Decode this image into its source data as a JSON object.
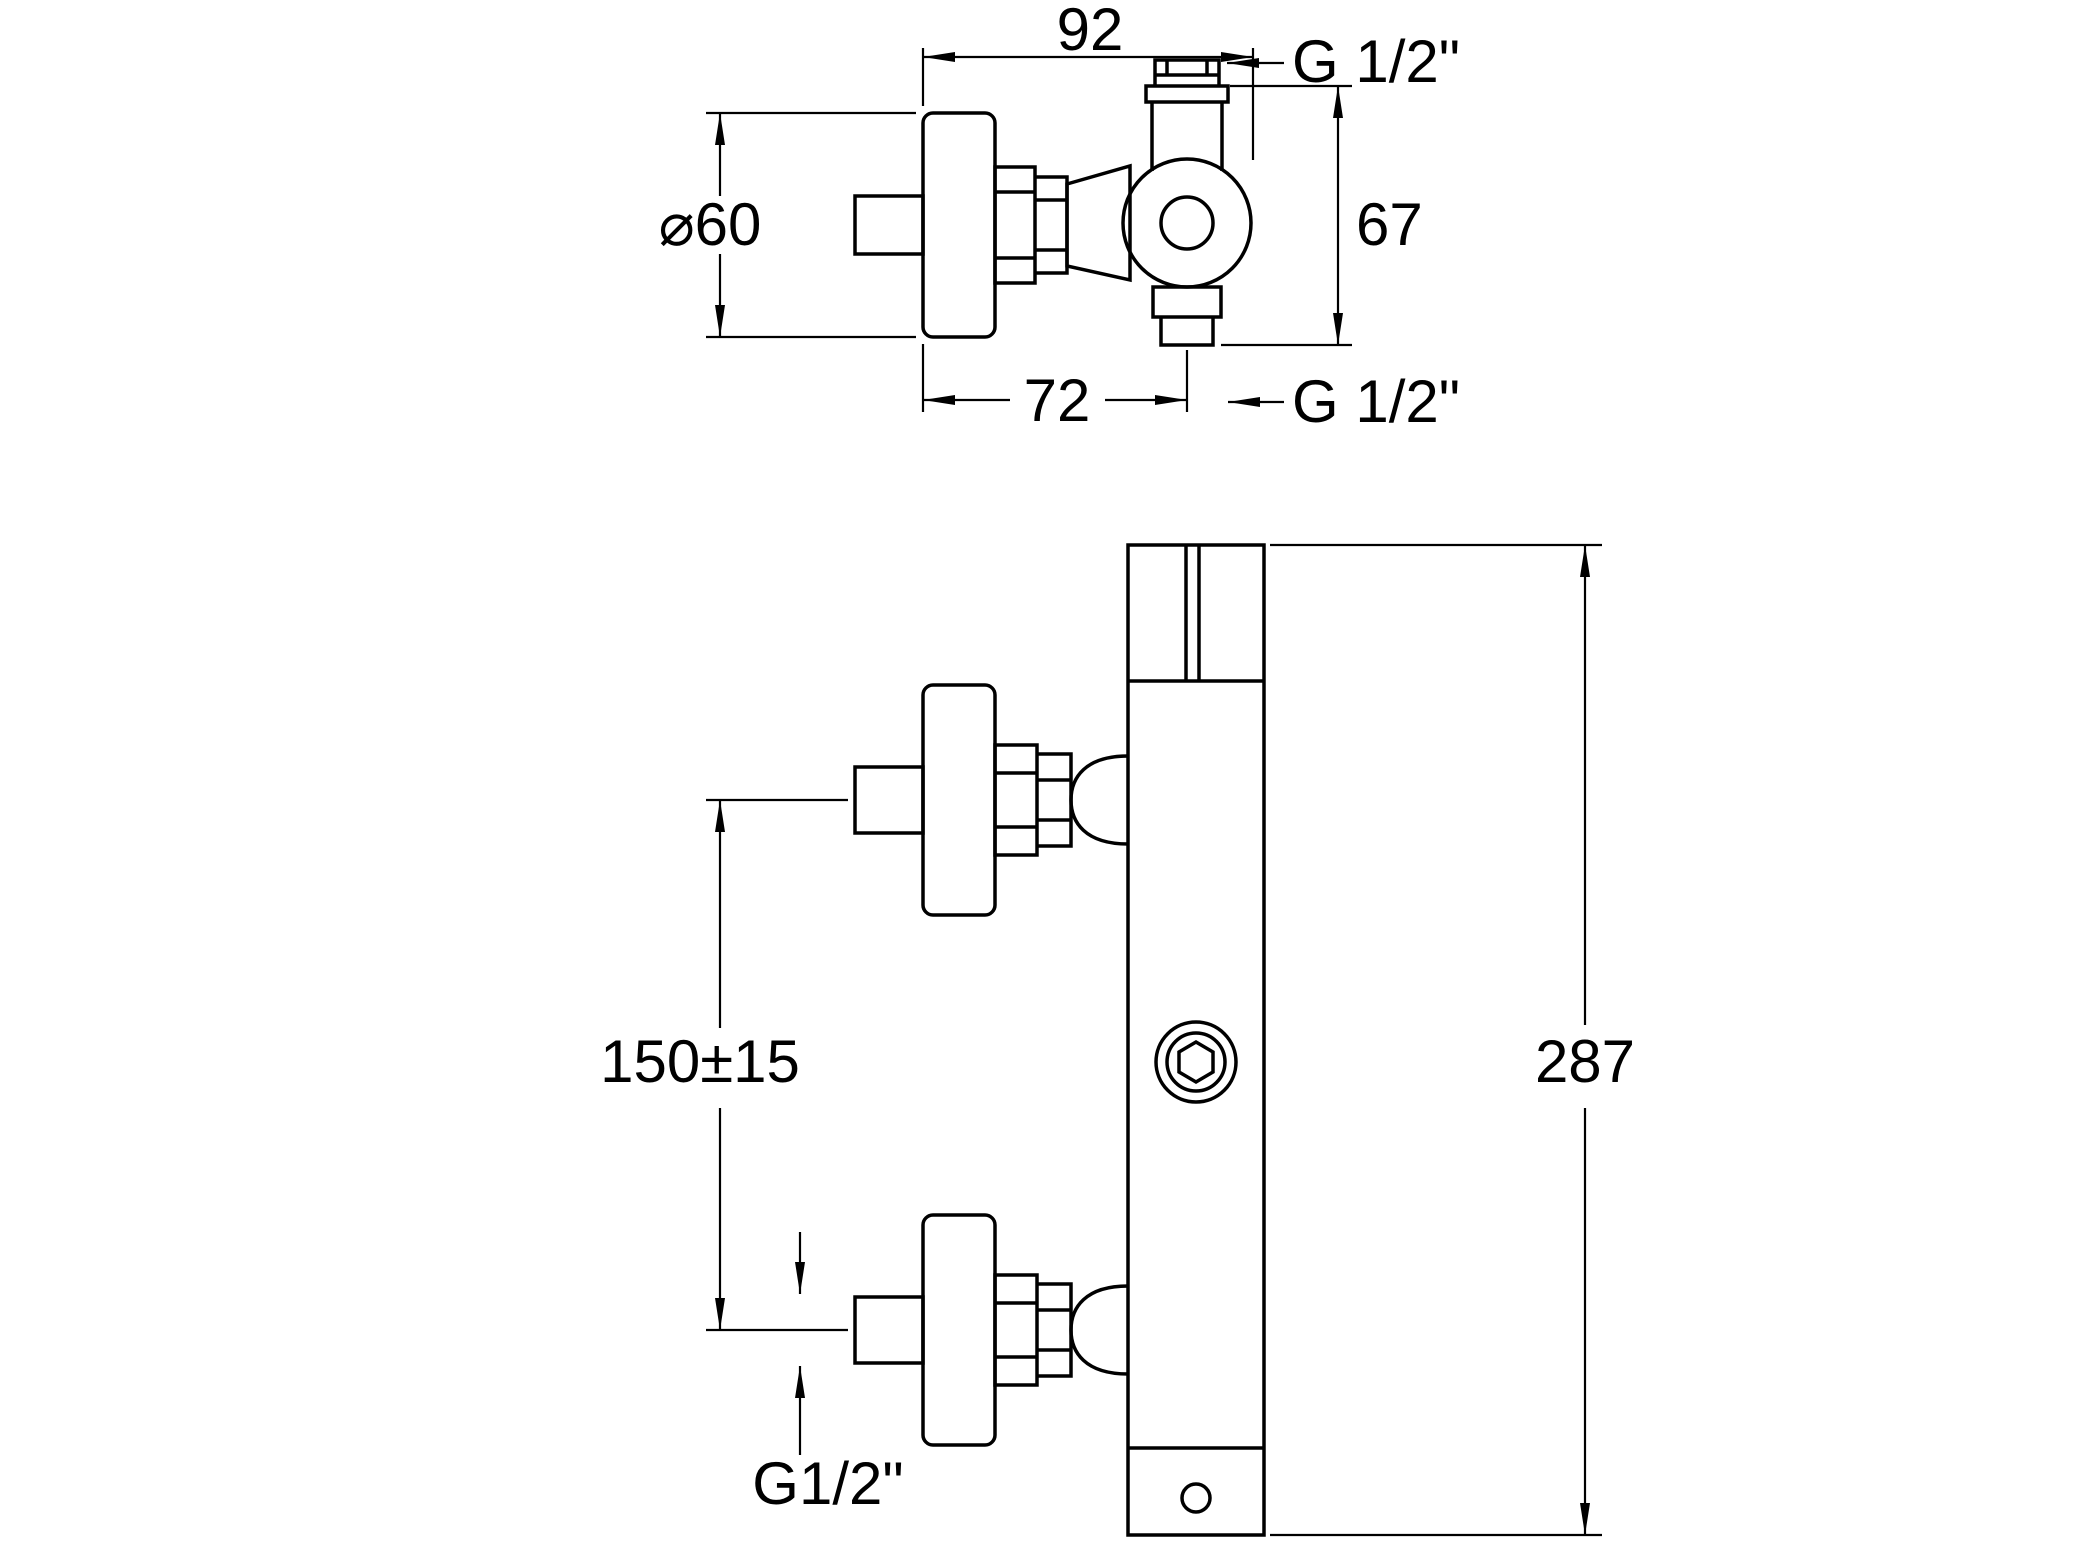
{
  "drawing": {
    "top_view": {
      "dim_width": "92",
      "thread_top": "G 1/2\"",
      "dim_escutcheon_diameter": "⌀60",
      "dim_body_height": "67",
      "dim_wall_offset": "72",
      "thread_bottom": "G 1/2\""
    },
    "front_view": {
      "dim_inlet_spacing": "150±15",
      "dim_total_height": "287",
      "thread_inlets": "G1/2\""
    },
    "style": {
      "line_color": "#000000",
      "background_color": "#ffffff"
    }
  }
}
